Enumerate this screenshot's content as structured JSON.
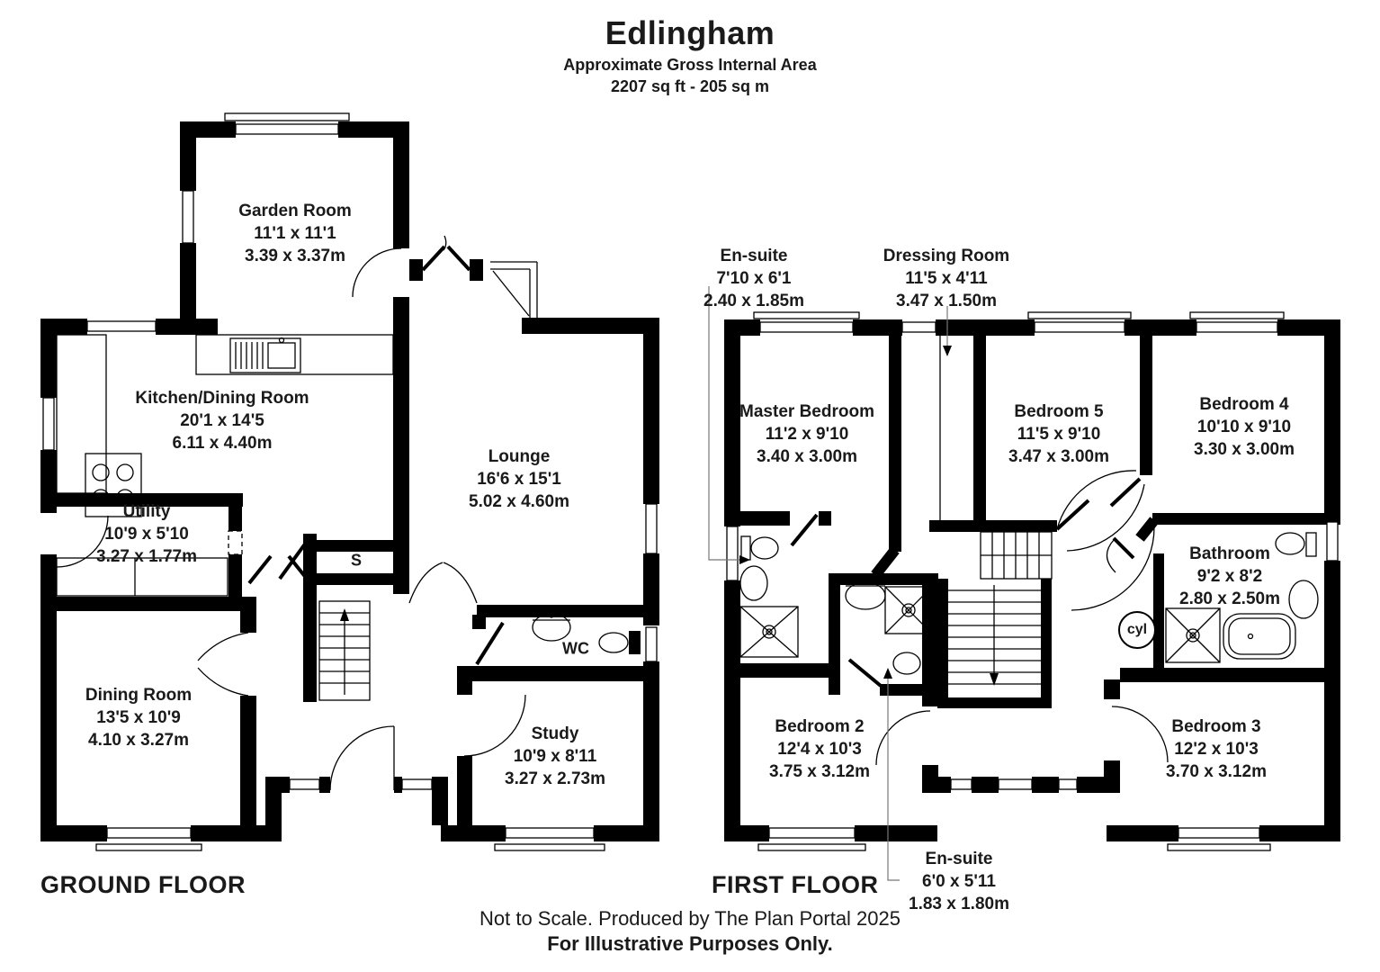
{
  "header": {
    "title": "Edlingham",
    "subtitle": "Approximate Gross Internal Area",
    "area": "2207 sq ft - 205 sq m"
  },
  "ground_floor": {
    "label": "GROUND FLOOR",
    "rooms": [
      {
        "name": "Garden Room",
        "dims_ft": "11'1 x 11'1",
        "dims_m": "3.39 x 3.37m"
      },
      {
        "name": "Kitchen/Dining Room",
        "dims_ft": "20'1 x 14'5",
        "dims_m": "6.11 x 4.40m"
      },
      {
        "name": "Utility",
        "dims_ft": "10'9 x 5'10",
        "dims_m": "3.27 x 1.77m"
      },
      {
        "name": "Dining Room",
        "dims_ft": "13'5 x 10'9",
        "dims_m": "4.10 x 3.27m"
      },
      {
        "name": "Lounge",
        "dims_ft": "16'6 x 15'1",
        "dims_m": "5.02 x 4.60m"
      },
      {
        "name": "Study",
        "dims_ft": "10'9 x 8'11",
        "dims_m": "3.27 x 2.73m"
      }
    ],
    "fixtures": {
      "wc": "WC",
      "storage": "S"
    }
  },
  "first_floor": {
    "label": "FIRST FLOOR",
    "rooms": [
      {
        "name": "Master Bedroom",
        "dims_ft": "11'2 x 9'10",
        "dims_m": "3.40 x 3.00m"
      },
      {
        "name": "Bedroom 5",
        "dims_ft": "11'5 x 9'10",
        "dims_m": "3.47 x 3.00m"
      },
      {
        "name": "Bedroom 4",
        "dims_ft": "10'10 x 9'10",
        "dims_m": "3.30 x 3.00m"
      },
      {
        "name": "Bathroom",
        "dims_ft": "9'2 x 8'2",
        "dims_m": "2.80 x 2.50m"
      },
      {
        "name": "Bedroom 2",
        "dims_ft": "12'4 x 10'3",
        "dims_m": "3.75 x 3.12m"
      },
      {
        "name": "Bedroom 3",
        "dims_ft": "12'2 x 10'3",
        "dims_m": "3.70 x 3.12m"
      }
    ],
    "callouts": [
      {
        "name": "En-suite",
        "dims_ft": "7'10 x 6'1",
        "dims_m": "2.40 x 1.85m"
      },
      {
        "name": "Dressing Room",
        "dims_ft": "11'5 x 4'11",
        "dims_m": "3.47 x 1.50m"
      },
      {
        "name": "En-suite",
        "dims_ft": "6'0 x 5'11",
        "dims_m": "1.83 x 1.80m"
      }
    ],
    "fixtures": {
      "cylinder": "cyl"
    }
  },
  "footer": {
    "line1": "Not to Scale. Produced by The Plan Portal 2025",
    "line2": "For Illustrative Purposes Only."
  }
}
